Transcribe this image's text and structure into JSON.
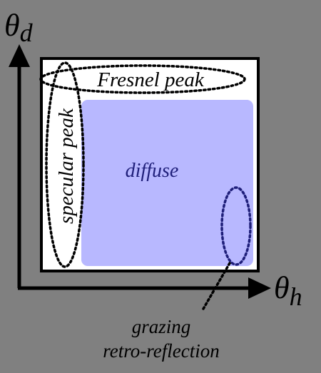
{
  "axes": {
    "y_symbol": "θ",
    "y_subscript": "d",
    "x_symbol": "θ",
    "x_subscript": "h"
  },
  "regions": {
    "fresnel_label": "Fresnel peak",
    "specular_label": "specular peak",
    "diffuse_label": "diffuse",
    "grazing_label_line1": "grazing",
    "grazing_label_line2": "retro-reflection"
  },
  "colors": {
    "background": "#808080",
    "diffuse_fill": "#b8b8ff",
    "diffuse_text": "#1f1f7a",
    "grazing_outline": "#1f1f7a",
    "outline": "#000000"
  }
}
